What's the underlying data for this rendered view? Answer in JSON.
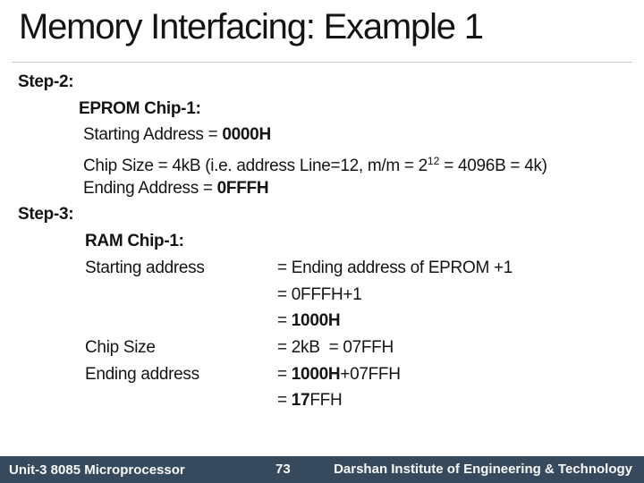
{
  "slide": {
    "title": "Memory Interfacing: Example 1",
    "step2": {
      "label": "Step-2:",
      "heading": "EPROM Chip-1:",
      "starting_address_label": "Starting Address = ",
      "starting_address_value": "0000H",
      "chip_size_pre": "Chip Size = 4kB (i.e. address Line=12, m/m = 2",
      "chip_size_sup": "12",
      "chip_size_post": " = 4096B = 4k)",
      "ending_address_label": "Ending Address = ",
      "ending_address_value": "0FFFH"
    },
    "step3": {
      "label": "Step-3:",
      "heading": "RAM Chip-1:",
      "starting_row_label": "Starting address",
      "starting_row_value": "= Ending address of EPROM +1",
      "starting_calc_line2": "= 0FFFH+1",
      "starting_calc_line3_pre": "= ",
      "starting_calc_line3_bold": "1000H",
      "chip_size_row_label": "Chip Size",
      "chip_size_row_value": "= 2kB  = 07FFH",
      "ending_row_label": "Ending address",
      "ending_row_value_pre": "= ",
      "ending_row_value_bold": "1000H",
      "ending_row_value_post": "+07FFH",
      "ending_calc_line2_pre": "= ",
      "ending_calc_line2_bold": "17",
      "ending_calc_line2_post": "FFH"
    },
    "footer": {
      "course": "Unit-3 8085 Microprocessor",
      "page_number": "73",
      "institute": "Darshan Institute of Engineering & Technology"
    },
    "colors": {
      "footer_bg": "#37495c",
      "divider": "#c9c9c9",
      "text": "#141414",
      "footer_text": "#f8f9fa"
    }
  }
}
